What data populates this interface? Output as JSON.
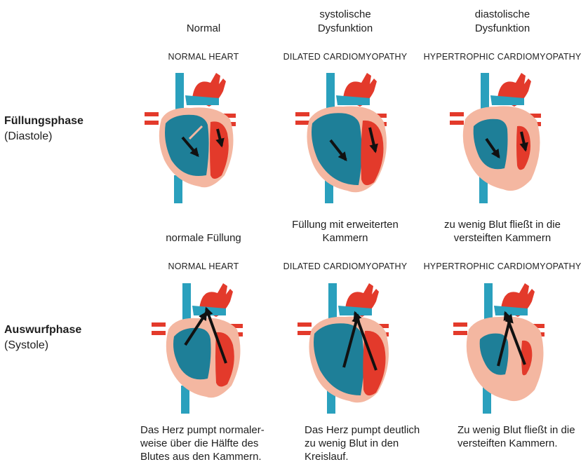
{
  "columns": [
    {
      "heading": "Normal",
      "top_caps": "NORMAL HEART",
      "fill_caption": "normale Füllung",
      "bottom_caps": "NORMAL HEART",
      "eject_caption": "Das Herz pumpt normaler-\nweise über die Hälfte des\nBlutes aus den Kammern."
    },
    {
      "heading": "systolische\nDysfunktion",
      "top_caps": "DILATED CARDIOMYOPATHY",
      "fill_caption": "Füllung mit erweiterten\nKammern",
      "bottom_caps": "DILATED CARDIOMYOPATHY",
      "eject_caption": "Das Herz pumpt deutlich\nzu wenig Blut in den\nKreislauf."
    },
    {
      "heading": "diastolische\nDysfunktion",
      "top_caps": "HYPERTROPHIC CARDIOMYOPATHY",
      "fill_caption": "zu wenig Blut fließt in die\nversteiften Kammern",
      "bottom_caps": "HYPERTROPHIC CARDIOMYOPATHY",
      "eject_caption": "Zu wenig Blut fließt in die\nversteiften Kammern."
    }
  ],
  "rows": [
    {
      "title": "Füllungsphase",
      "subtitle": "(Diastole)"
    },
    {
      "title": "Auswurfphase",
      "subtitle": "(Systole)"
    }
  ],
  "colors": {
    "blue": "#1e7f98",
    "blue_light": "#2aa0bd",
    "red": "#e33a2b",
    "red_dark": "#c62a1f",
    "wall": "#f4b7a1",
    "arrow": "#111111"
  }
}
